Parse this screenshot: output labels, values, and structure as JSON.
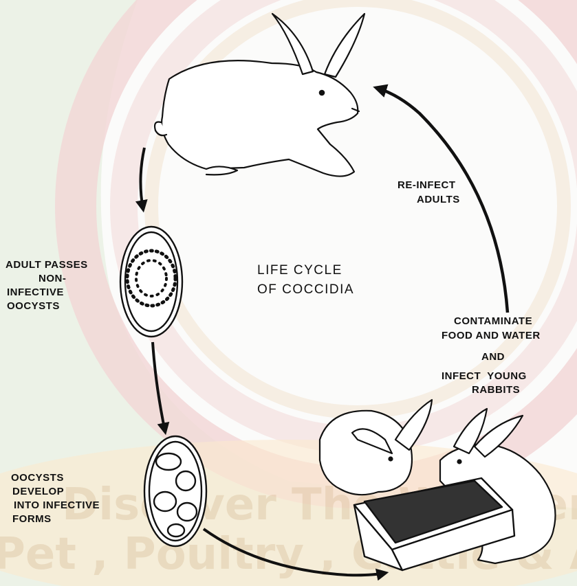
{
  "diagram": {
    "title": [
      "LIFE CYCLE",
      "OF COCCIDIA"
    ],
    "labels": {
      "adult_passes": [
        "ADULT PASSES",
        "NON-",
        "INFECTIVE",
        "OOCYSTS"
      ],
      "oocysts_develop": [
        "OOCYSTS",
        "DEVELOP",
        "INTO INFECTIVE",
        "FORMS"
      ],
      "contaminate": [
        "CONTAMINATE",
        "FOOD AND WATER"
      ],
      "and": "AND",
      "infect_young": [
        "INFECT  YOUNG",
        "RABBITS"
      ],
      "reinfect": [
        "RE-INFECT",
        "ADULTS"
      ]
    }
  },
  "watermark": {
    "line1": "Discover The Wonderful",
    "line2": "Pet , Poultry , Cattle & Aqua"
  },
  "colors": {
    "band_red": "#f2d2d3",
    "band_green": "#e6efe0",
    "watermark": "#d5b993",
    "ink": "#111111"
  }
}
